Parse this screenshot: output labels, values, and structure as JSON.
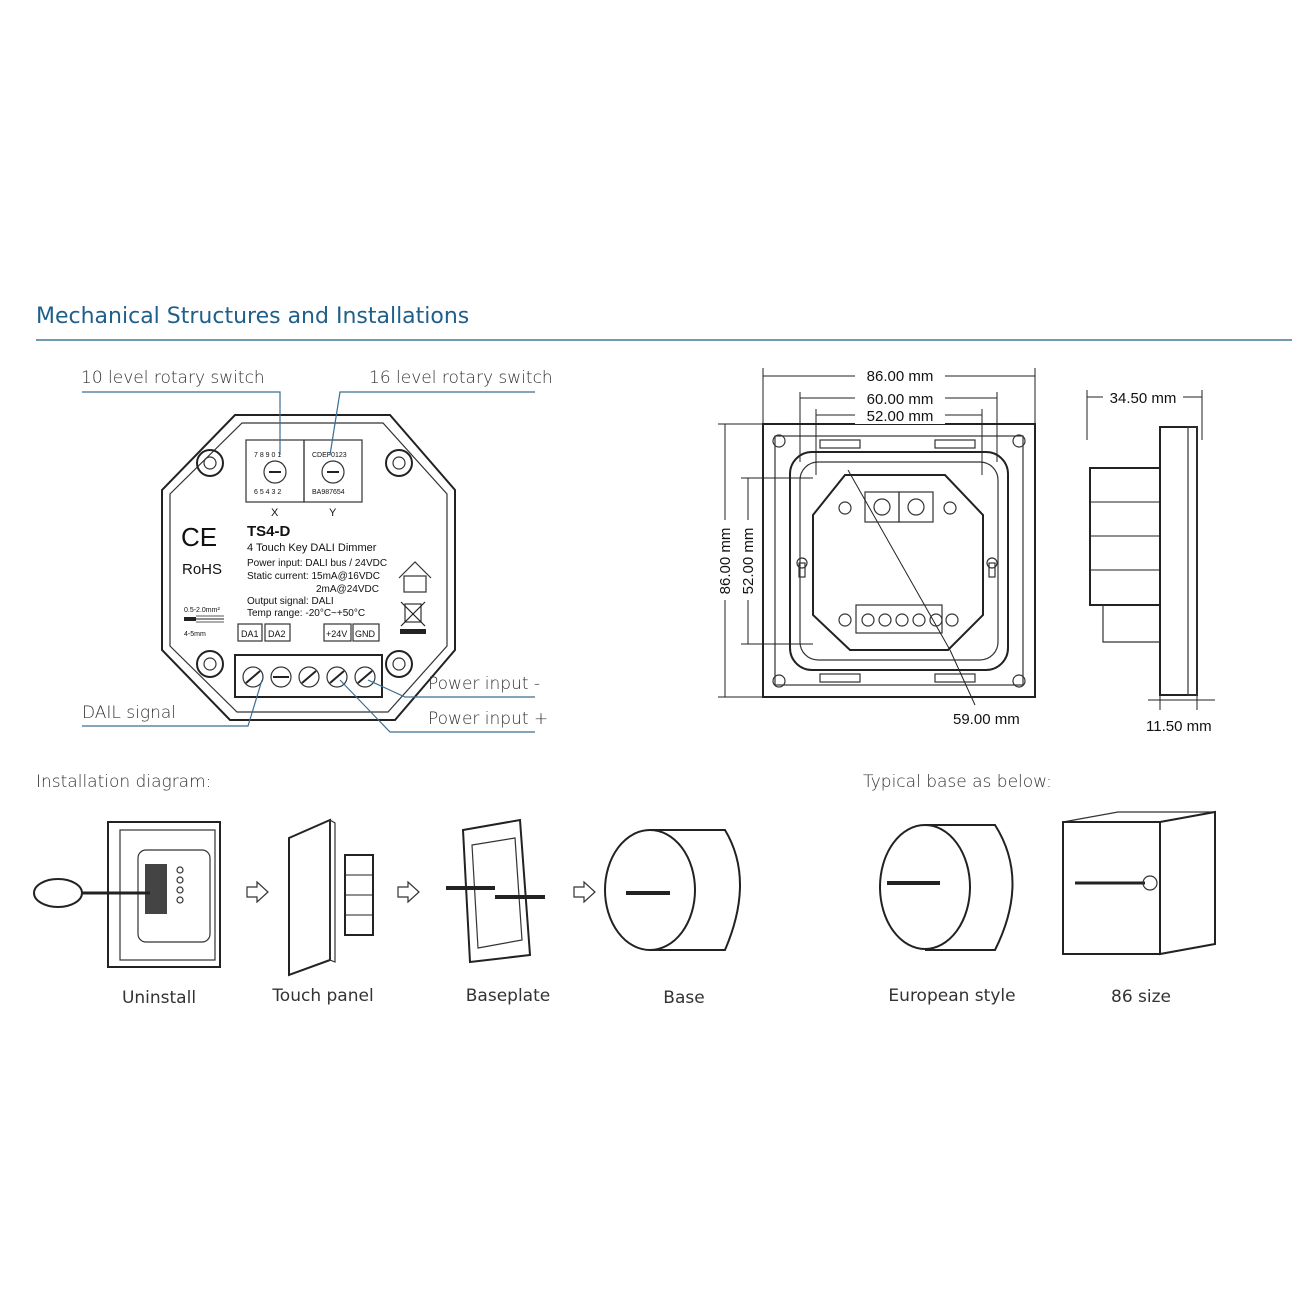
{
  "header": {
    "title": "Mechanical Structures and Installations",
    "rule_color": "#1f5f8b"
  },
  "device": {
    "callouts": {
      "rotary10": "10 level rotary switch",
      "rotary16": "16 level rotary switch",
      "dali": "DAIL signal",
      "power_minus": "Power input -",
      "power_plus": "Power input +"
    },
    "dial_x_digits": "7 8 9 0 1",
    "dial_x_digits2": "6 5 4 3 2",
    "dial_y_digits": "CDEF0123",
    "dial_y_digits2": "BA987654",
    "x_label": "X",
    "y_label": "Y",
    "model": "TS4-D",
    "subtitle": "4 Touch Key DALI Dimmer",
    "spec1": "Power input: DALI bus / 24VDC",
    "spec2": "Static current: 15mA@16VDC",
    "spec3": "2mA@24VDC",
    "spec4": "Output signal: DALI",
    "spec5": "Temp range: -20°C~+50°C",
    "ce": "CE",
    "rohs": "RoHS",
    "wire_gauge": "0.5-2.0mm²",
    "strip_len": "4-5mm",
    "terminals": [
      "DA1",
      "DA2",
      "+24V",
      "GND"
    ]
  },
  "dimensions": {
    "w86": "86.00 mm",
    "w60": "60.00 mm",
    "w52": "52.00 mm",
    "h86": "86.00 mm",
    "h52": "52.00 mm",
    "d59": "59.00 mm",
    "depth": "34.50 mm",
    "thick": "11.50 mm"
  },
  "installation": {
    "heading": "Installation diagram:",
    "steps": [
      "Uninstall",
      "Touch panel",
      "Baseplate",
      "Base"
    ]
  },
  "base": {
    "heading": "Typical base as below:",
    "types": [
      "European style",
      "86 size"
    ]
  }
}
